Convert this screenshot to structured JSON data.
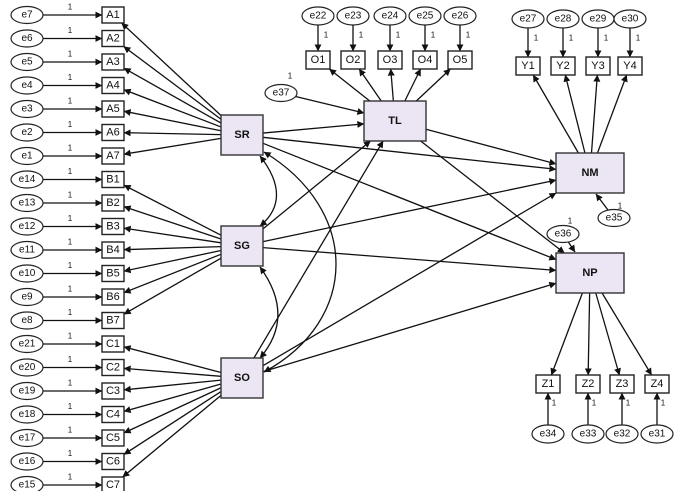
{
  "diagram": {
    "one_label": "1",
    "latents": [
      {
        "id": "SR",
        "label": "SR"
      },
      {
        "id": "SG",
        "label": "SG"
      },
      {
        "id": "SO",
        "label": "SO"
      },
      {
        "id": "TL",
        "label": "TL"
      },
      {
        "id": "NM",
        "label": "NM"
      },
      {
        "id": "NP",
        "label": "NP"
      }
    ],
    "left_indicators": [
      {
        "label": "A1",
        "error": "e7"
      },
      {
        "label": "A2",
        "error": "e6"
      },
      {
        "label": "A3",
        "error": "e5"
      },
      {
        "label": "A4",
        "error": "e4"
      },
      {
        "label": "A5",
        "error": "e3"
      },
      {
        "label": "A6",
        "error": "e2"
      },
      {
        "label": "A7",
        "error": "e1"
      },
      {
        "label": "B1",
        "error": "e14"
      },
      {
        "label": "B2",
        "error": "e13"
      },
      {
        "label": "B3",
        "error": "e12"
      },
      {
        "label": "B4",
        "error": "e11"
      },
      {
        "label": "B5",
        "error": "e10"
      },
      {
        "label": "B6",
        "error": "e9"
      },
      {
        "label": "B7",
        "error": "e8"
      },
      {
        "label": "C1",
        "error": "e21"
      },
      {
        "label": "C2",
        "error": "e20"
      },
      {
        "label": "C3",
        "error": "e19"
      },
      {
        "label": "C4",
        "error": "e18"
      },
      {
        "label": "C5",
        "error": "e17"
      },
      {
        "label": "C6",
        "error": "e16"
      },
      {
        "label": "C7",
        "error": "e15"
      }
    ],
    "tl_indicators": [
      {
        "label": "O1",
        "error": "e22"
      },
      {
        "label": "O2",
        "error": "e23"
      },
      {
        "label": "O3",
        "error": "e24"
      },
      {
        "label": "O4",
        "error": "e25"
      },
      {
        "label": "O5",
        "error": "e26"
      }
    ],
    "nm_indicators": [
      {
        "label": "Y1",
        "error": "e27"
      },
      {
        "label": "Y2",
        "error": "e28"
      },
      {
        "label": "Y3",
        "error": "e29"
      },
      {
        "label": "Y4",
        "error": "e30"
      }
    ],
    "np_indicators": [
      {
        "label": "Z1",
        "error": "e34"
      },
      {
        "label": "Z2",
        "error": "e33"
      },
      {
        "label": "Z3",
        "error": "e32"
      },
      {
        "label": "Z4",
        "error": "e31"
      }
    ],
    "disturbances": {
      "TL": "e37",
      "NM": "e35",
      "NP": "e36"
    },
    "paths": [
      [
        "SR",
        "TL"
      ],
      [
        "SR",
        "NM"
      ],
      [
        "SR",
        "NP"
      ],
      [
        "SG",
        "TL"
      ],
      [
        "SG",
        "NM"
      ],
      [
        "SG",
        "NP"
      ],
      [
        "SO",
        "TL"
      ],
      [
        "SO",
        "NM"
      ],
      [
        "SO",
        "NP"
      ],
      [
        "TL",
        "NM"
      ],
      [
        "TL",
        "NP"
      ]
    ],
    "covariances": [
      [
        "SR",
        "SG"
      ],
      [
        "SG",
        "SO"
      ],
      [
        "SR",
        "SO"
      ]
    ]
  }
}
